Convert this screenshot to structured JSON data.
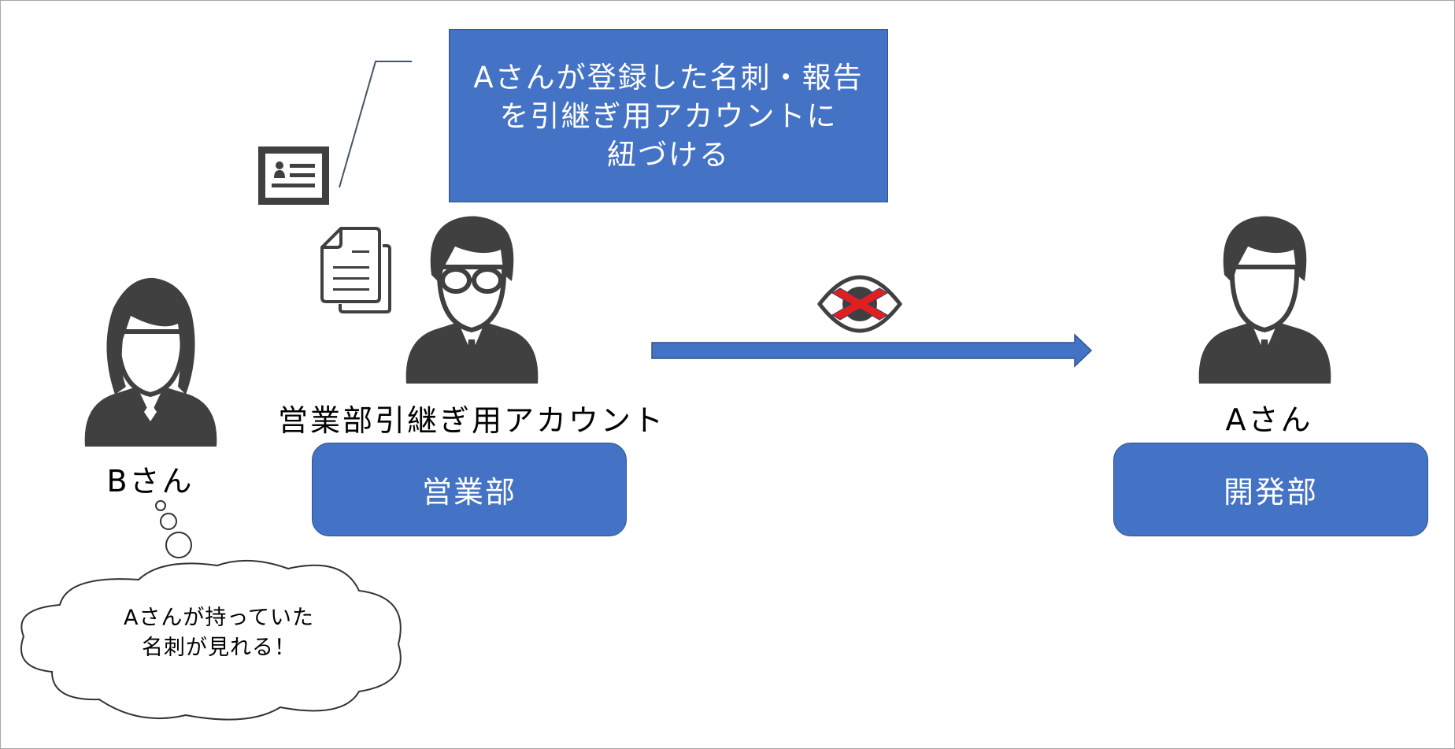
{
  "callout": {
    "lines": [
      "Aさんが登録した名刺・報告",
      "を引継ぎ用アカウントに",
      "紐づける"
    ]
  },
  "people": {
    "transfer_account": {
      "label": "営業部引継ぎ用アカウント",
      "department": "営業部",
      "icon": "man-with-glasses-icon"
    },
    "person_a": {
      "label": "Aさん",
      "department": "開発部",
      "icon": "man-icon"
    },
    "person_b": {
      "label": "Bさん",
      "icon": "woman-icon"
    }
  },
  "thought": {
    "lines": [
      "Aさんが持っていた",
      "名刺が見れる！"
    ]
  },
  "icons": {
    "business_card": "business-card-icon",
    "documents": "documents-icon",
    "hidden_eye": "eye-crossed-icon",
    "arrow": "arrow-right-icon"
  },
  "colors": {
    "accent": "#4472c4",
    "accent_border": "#2f528f",
    "icon_gray": "#404040",
    "cross_red": "#e02020"
  }
}
